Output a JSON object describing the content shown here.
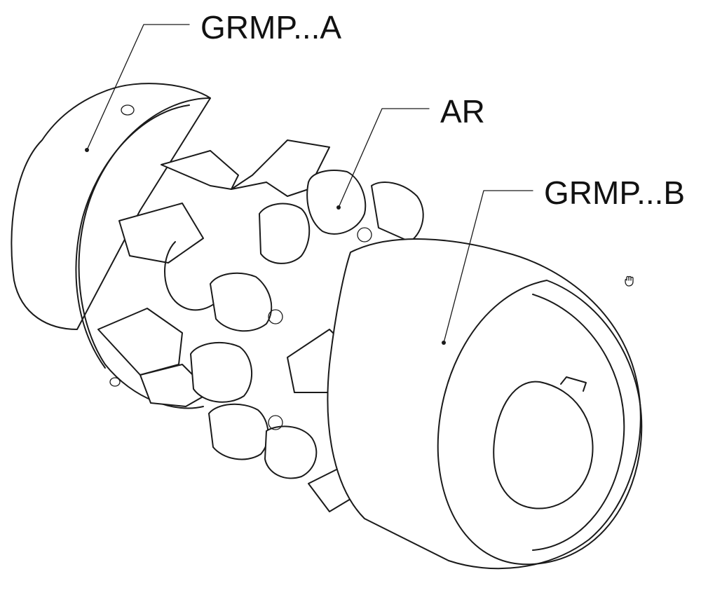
{
  "callouts": {
    "hub_a": "GRMP...A",
    "spider": "AR",
    "hub_b": "GRMP...B"
  },
  "colors": {
    "line": "#1a1a1a",
    "background": "#ffffff"
  },
  "icons": {
    "cursor": "hand-cursor-icon"
  }
}
